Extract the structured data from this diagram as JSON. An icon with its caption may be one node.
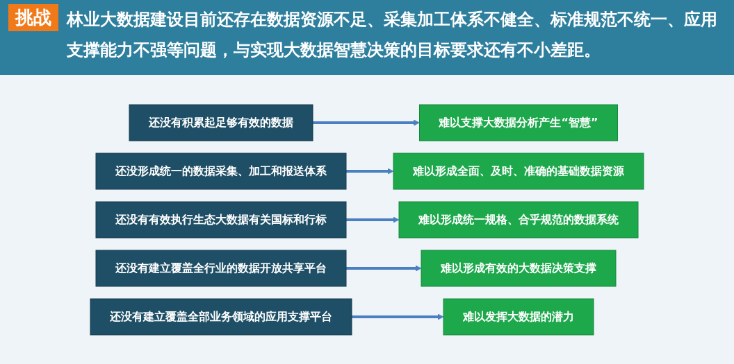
{
  "diagram": {
    "title": "挑战",
    "nodes": [
      {
        "text": [
          "还没有积累起足够有效的数据"
        ]
      },
      {
        "text": [
          "难以支撑大数据分析产生“智慧”"
        ]
      },
      {
        "text": [
          "还没形成统一的数据采集、加工和报送体系"
        ]
      },
      {
        "text": [
          "难以形成全面、及时、准确的基础数据资源"
        ]
      },
      {
        "text": [
          "还没有有效执行生态大数据有关国标和行标"
        ]
      },
      {
        "text": [
          "难以形成统一规格、合乎规范的数据系统"
        ]
      },
      {
        "text": [
          "还没有建立覆盖全行业的数据开放共享平台"
        ]
      },
      {
        "text": [
          "难以形成有效的大数据决策支撑"
        ]
      },
      {
        "text": [
          "还没有建立覆盖全部业务领域的应用支撑平台"
        ]
      },
      {
        "text": [
          "难以发挥大数据的潜力"
        ]
      }
    ],
    "edges": [
      {
        "from": 0,
        "to": 1,
        "arrow": "to"
      },
      {
        "from": 2,
        "to": 3,
        "arrow": "to"
      },
      {
        "from": 4,
        "to": 5,
        "arrow": "to"
      },
      {
        "from": 6,
        "to": 7,
        "arrow": "to"
      },
      {
        "from": 8,
        "to": 9,
        "arrow": "to"
      }
    ],
    "labels": [
      "林业大数据建设目前还存在数据资源不足、采集加工体系不健全、标准规范不统一、应用支撑能力不强等问题，与实现大数据智慧决策的目标要求还有不小差距。"
    ]
  }
}
